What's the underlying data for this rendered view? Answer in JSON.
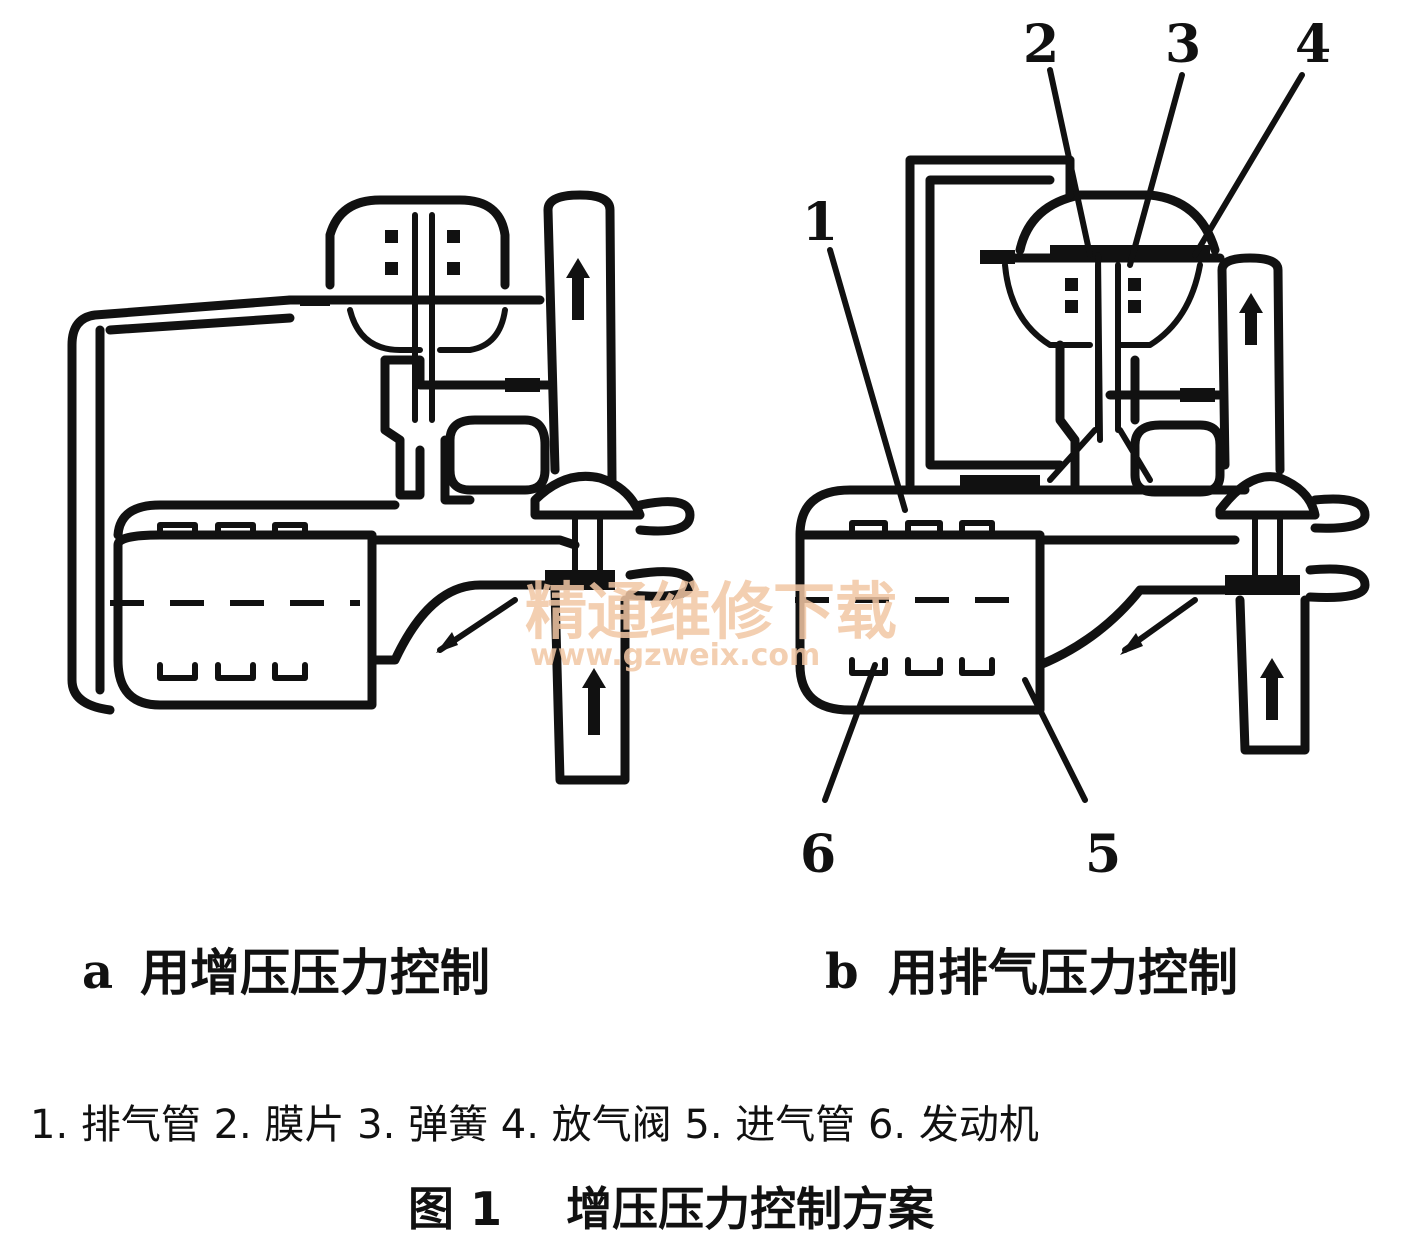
{
  "diagram": {
    "part_a": {
      "letter": "a",
      "caption": "用增压压力控制"
    },
    "part_b": {
      "letter": "b",
      "caption": "用排气压力控制",
      "callouts": [
        "1",
        "2",
        "3",
        "4",
        "5",
        "6"
      ]
    }
  },
  "legend": "1. 排气管 2. 膜片 3. 弹簧 4. 放气阀 5. 进气管 6. 发动机",
  "figure_title": "图 1    增压压力控制方案",
  "watermark": {
    "line1": "精通维修下载",
    "line2": "www.gzweix.com"
  }
}
